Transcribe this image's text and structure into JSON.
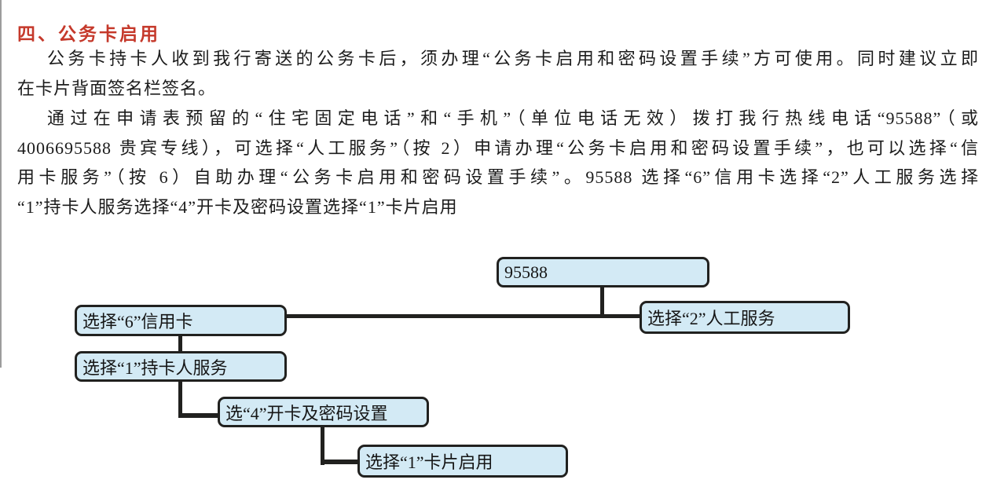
{
  "heading": {
    "text": "四、公务卡启用",
    "color": "#c5392b"
  },
  "paragraph1": {
    "lines": [
      "公务卡持卡人收到我行寄送的公务卡后，须办理“公务卡启用和密码设置手续”方可使用。同时建议立即",
      "在卡片背面签名栏签名。"
    ]
  },
  "paragraph2": {
    "lines": [
      "通过在申请表预留的“住宅固定电话”和“手机”（单位电话无效）拨打我行热线电话“95588”（或",
      "4006695588 贵宾专线），可选择“人工服务”（按 2）申请办理“公务卡启用和密码设置手续”，也可以选择“信",
      "用卡服务”（按 6）自助办理“公务卡启用和密码设置手续”。95588 选择“6”信用卡选择“2”人工服务选择",
      "“1”持卡人服务选择“4”开卡及密码设置选择“1”卡片启用"
    ]
  },
  "flowchart": {
    "colors": {
      "box_fill": "#d3eaf5",
      "box_border": "#21211f",
      "connector": "#21211f"
    },
    "nodes": [
      {
        "id": "hotline",
        "label": "95588"
      },
      {
        "id": "manual-service",
        "label": "选择“2”人工服务"
      },
      {
        "id": "credit-card",
        "label": "选择“6”信用卡"
      },
      {
        "id": "cardholder-service",
        "label": "选择“1”持卡人服务"
      },
      {
        "id": "open-card-pin",
        "label": "选“4”开卡及密码设置"
      },
      {
        "id": "card-enable",
        "label": "选择“1”卡片启用"
      }
    ]
  }
}
